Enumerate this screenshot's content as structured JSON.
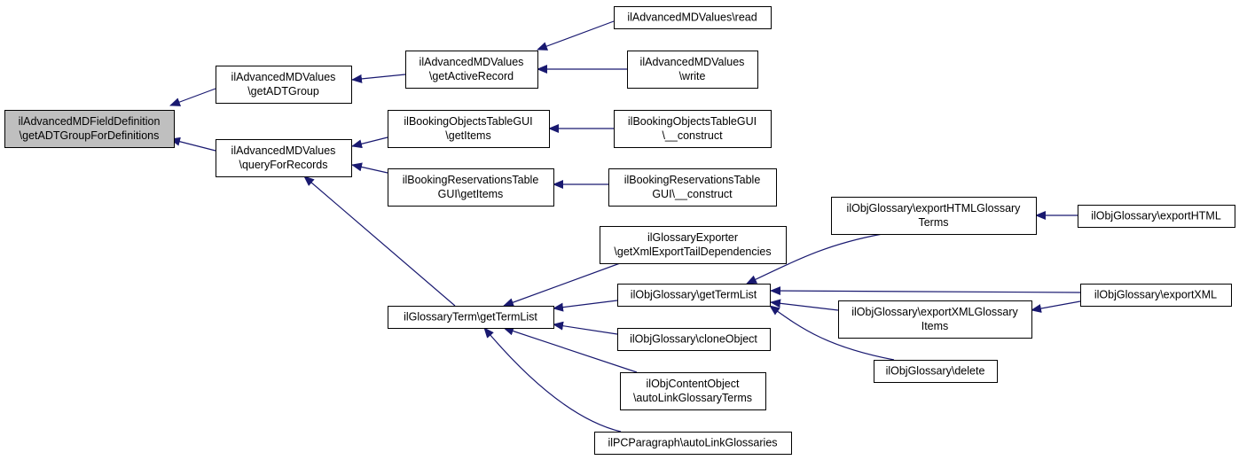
{
  "graph": {
    "colors": {
      "edge": "#191970",
      "node_border": "#000000",
      "node_fill": "#ffffff",
      "root_fill": "#bfbfbf"
    },
    "nodes": [
      {
        "id": "root",
        "lines": [
          "ilAdvancedMDFieldDefinition",
          "\\getADTGroupForDefinitions"
        ],
        "root": true
      },
      {
        "id": "getADTGroup",
        "lines": [
          "ilAdvancedMDValues",
          "\\getADTGroup"
        ]
      },
      {
        "id": "queryForRecords",
        "lines": [
          "ilAdvancedMDValues",
          "\\queryForRecords"
        ]
      },
      {
        "id": "getActiveRecord",
        "lines": [
          "ilAdvancedMDValues",
          "\\getActiveRecord"
        ]
      },
      {
        "id": "read",
        "lines": [
          "ilAdvancedMDValues\\read"
        ]
      },
      {
        "id": "write",
        "lines": [
          "ilAdvancedMDValues",
          "\\write"
        ]
      },
      {
        "id": "bookingObjGetItems",
        "lines": [
          "ilBookingObjectsTableGUI",
          "\\getItems"
        ]
      },
      {
        "id": "bookingObjConstruct",
        "lines": [
          "ilBookingObjectsTableGUI",
          "\\__construct"
        ]
      },
      {
        "id": "bookingResGetItems",
        "lines": [
          "ilBookingReservationsTable",
          "GUI\\getItems"
        ]
      },
      {
        "id": "bookingResConstruct",
        "lines": [
          "ilBookingReservationsTable",
          "GUI\\__construct"
        ]
      },
      {
        "id": "glossaryTermGetTermList",
        "lines": [
          "ilGlossaryTerm\\getTermList"
        ]
      },
      {
        "id": "glossaryExporter",
        "lines": [
          "ilGlossaryExporter",
          "\\getXmlExportTailDependencies"
        ]
      },
      {
        "id": "objGlossaryGetTermList",
        "lines": [
          "ilObjGlossary\\getTermList"
        ]
      },
      {
        "id": "cloneObject",
        "lines": [
          "ilObjGlossary\\cloneObject"
        ]
      },
      {
        "id": "autoLinkGlossaryTerms",
        "lines": [
          "ilObjContentObject",
          "\\autoLinkGlossaryTerms"
        ]
      },
      {
        "id": "autoLinkGlossaries",
        "lines": [
          "ilPCParagraph\\autoLinkGlossaries"
        ]
      },
      {
        "id": "exportHTMLGlossaryTerms",
        "lines": [
          "ilObjGlossary\\exportHTMLGlossary",
          "Terms"
        ]
      },
      {
        "id": "exportHTML",
        "lines": [
          "ilObjGlossary\\exportHTML"
        ]
      },
      {
        "id": "exportXMLGlossaryItems",
        "lines": [
          "ilObjGlossary\\exportXMLGlossary",
          "Items"
        ]
      },
      {
        "id": "exportXML",
        "lines": [
          "ilObjGlossary\\exportXML"
        ]
      },
      {
        "id": "delete",
        "lines": [
          "ilObjGlossary\\delete"
        ]
      }
    ],
    "edges": [
      {
        "from": "getADTGroup",
        "to": "root"
      },
      {
        "from": "queryForRecords",
        "to": "root"
      },
      {
        "from": "getActiveRecord",
        "to": "getADTGroup"
      },
      {
        "from": "read",
        "to": "getActiveRecord"
      },
      {
        "from": "write",
        "to": "getActiveRecord"
      },
      {
        "from": "bookingObjGetItems",
        "to": "queryForRecords"
      },
      {
        "from": "bookingResGetItems",
        "to": "queryForRecords"
      },
      {
        "from": "glossaryTermGetTermList",
        "to": "queryForRecords"
      },
      {
        "from": "bookingObjConstruct",
        "to": "bookingObjGetItems"
      },
      {
        "from": "bookingResConstruct",
        "to": "bookingResGetItems"
      },
      {
        "from": "glossaryExporter",
        "to": "glossaryTermGetTermList"
      },
      {
        "from": "objGlossaryGetTermList",
        "to": "glossaryTermGetTermList"
      },
      {
        "from": "cloneObject",
        "to": "glossaryTermGetTermList"
      },
      {
        "from": "autoLinkGlossaryTerms",
        "to": "glossaryTermGetTermList"
      },
      {
        "from": "autoLinkGlossaries",
        "to": "glossaryTermGetTermList"
      },
      {
        "from": "exportHTMLGlossaryTerms",
        "to": "objGlossaryGetTermList"
      },
      {
        "from": "exportXML",
        "to": "objGlossaryGetTermList"
      },
      {
        "from": "exportXMLGlossaryItems",
        "to": "objGlossaryGetTermList"
      },
      {
        "from": "delete",
        "to": "objGlossaryGetTermList"
      },
      {
        "from": "exportHTML",
        "to": "exportHTMLGlossaryTerms"
      },
      {
        "from": "exportXML",
        "to": "exportXMLGlossaryItems"
      }
    ]
  }
}
